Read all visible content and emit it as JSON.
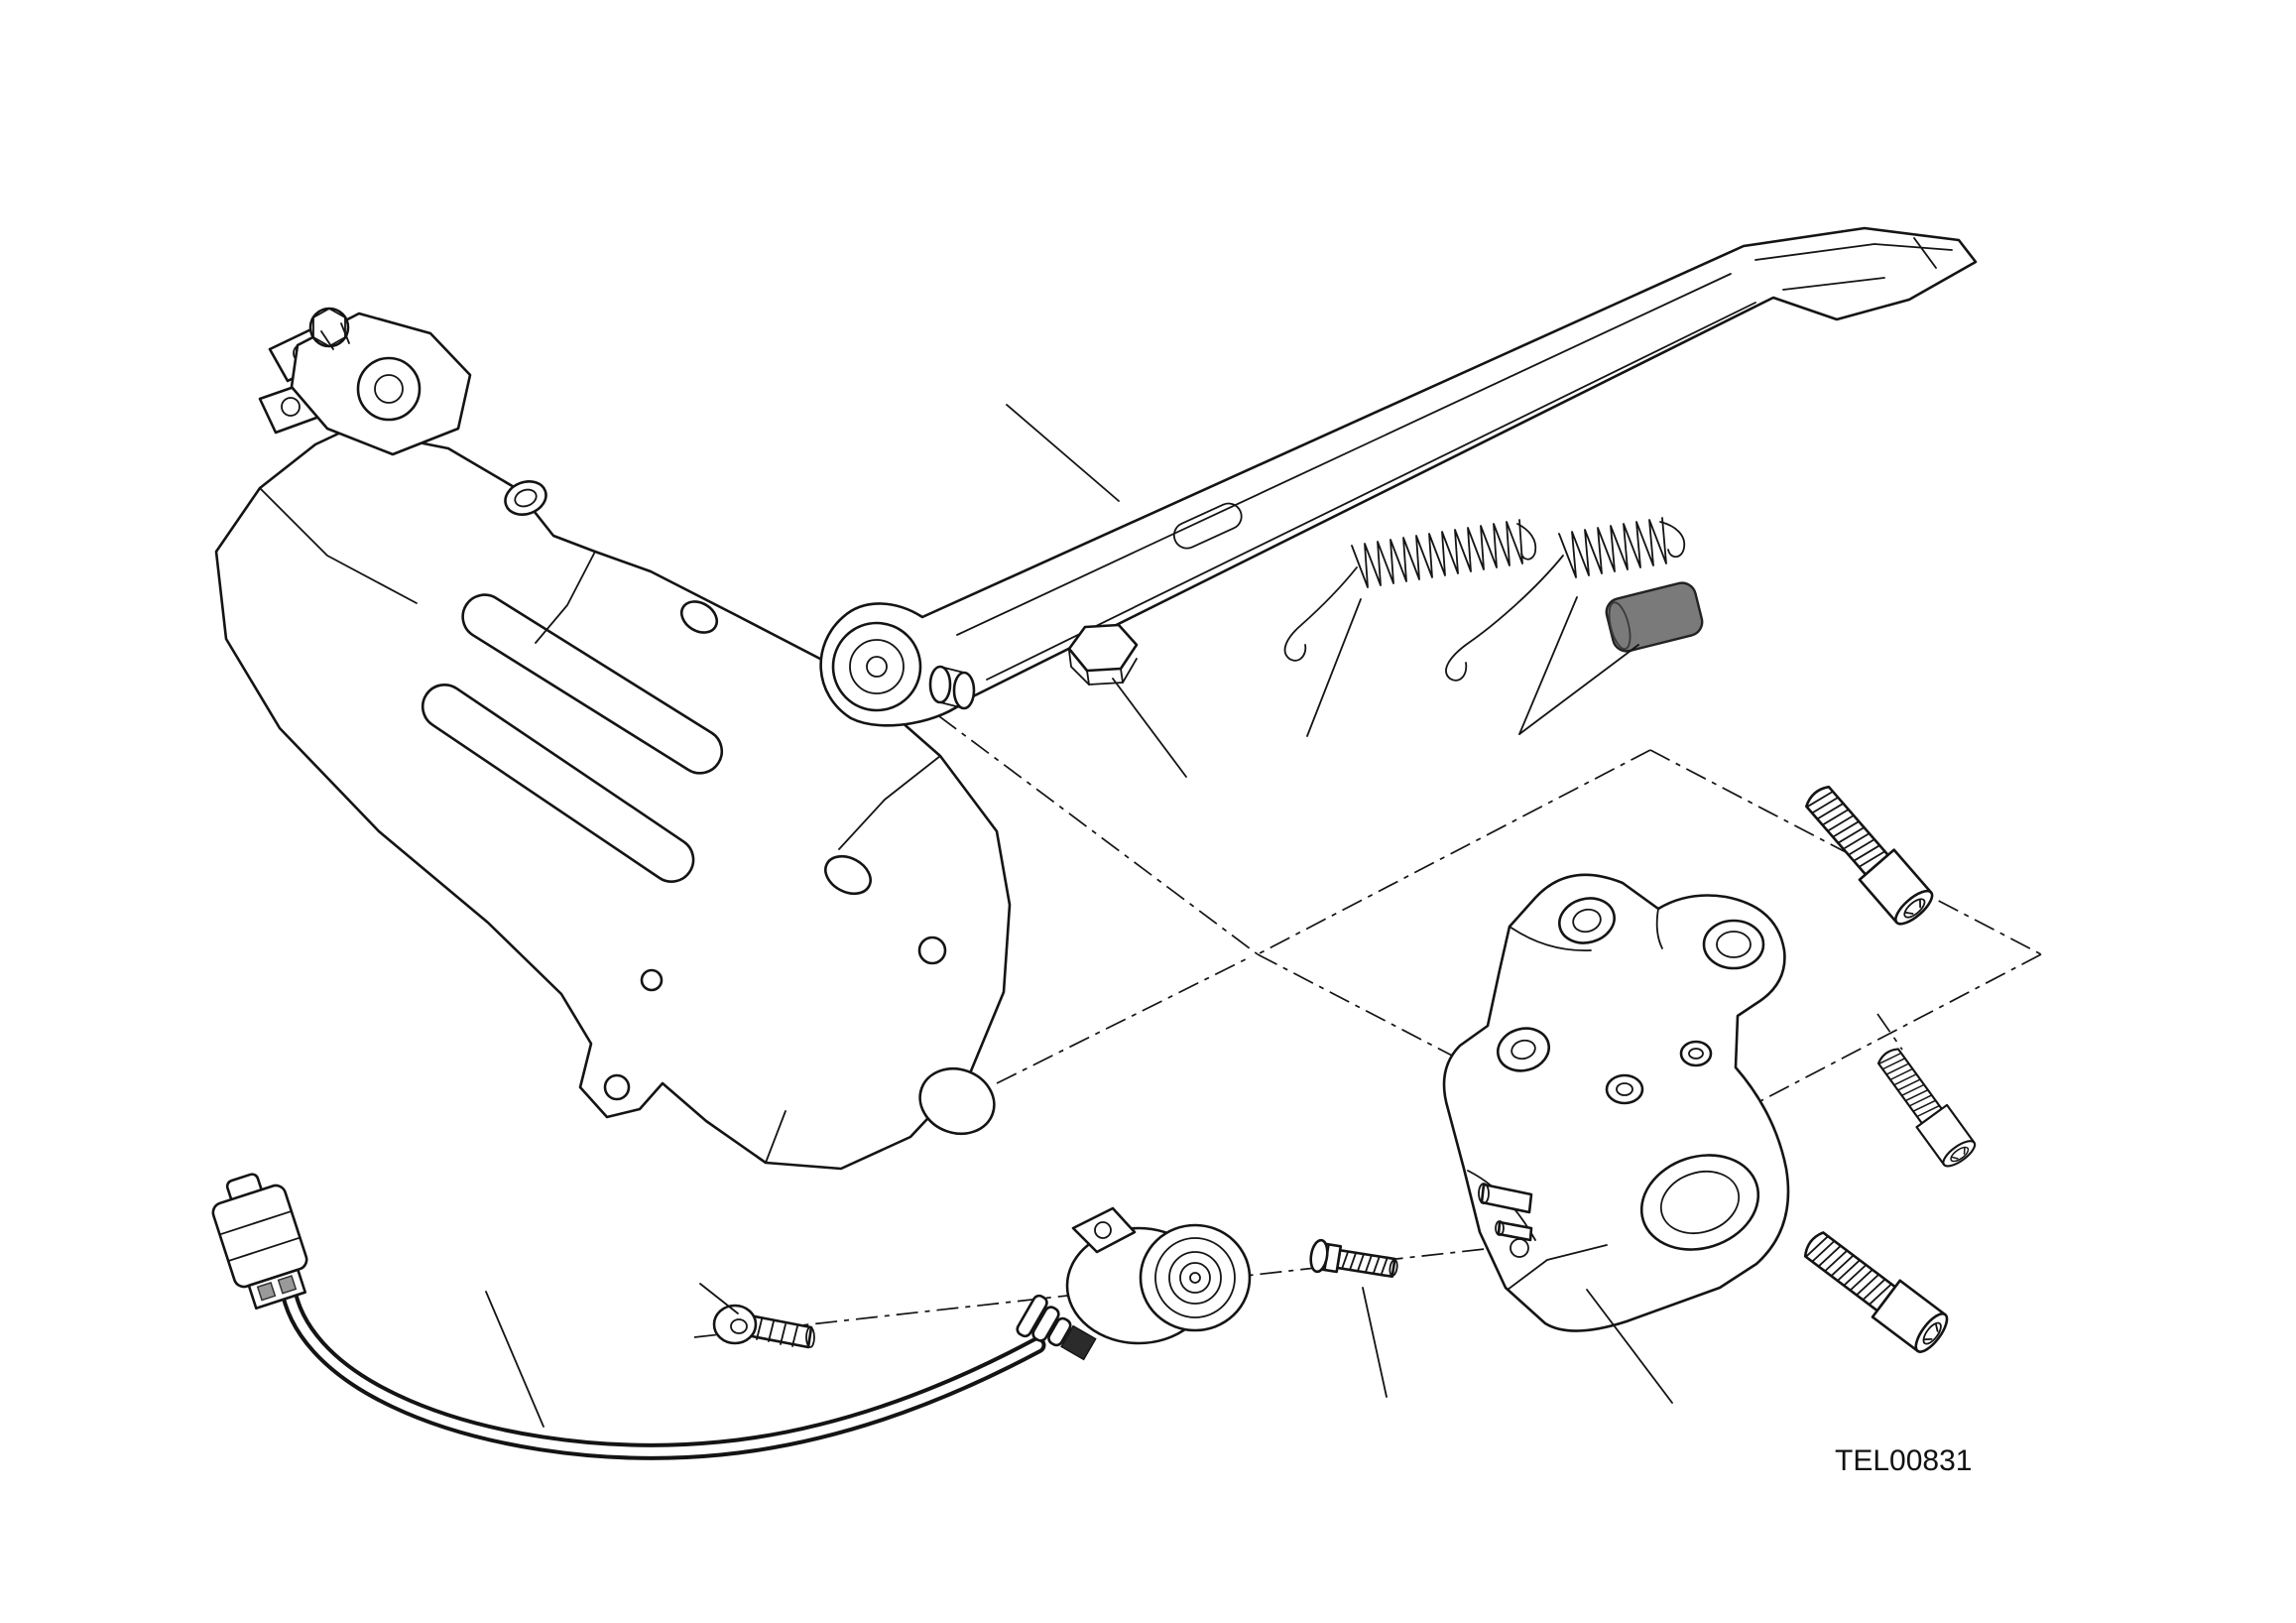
{
  "diagram": {
    "code_label": "TEL00831",
    "colors": {
      "line": "#141414",
      "background": "#ffffff",
      "cap_fill": "#7a7a7a"
    },
    "parts": [
      "rear-frame-bracket",
      "bracket-pivot-clamp",
      "side-stand-leg",
      "pivot-bushing",
      "pivot-hex-bolt",
      "return-spring-outer",
      "return-spring-inner",
      "rubber-end-cap",
      "stand-mounting-plate",
      "socket-screw-top",
      "socket-screw-middle",
      "socket-screw-bottom",
      "side-stand-switch",
      "switch-cable",
      "cable-connector",
      "switch-screw-washer",
      "switch-stud"
    ]
  }
}
